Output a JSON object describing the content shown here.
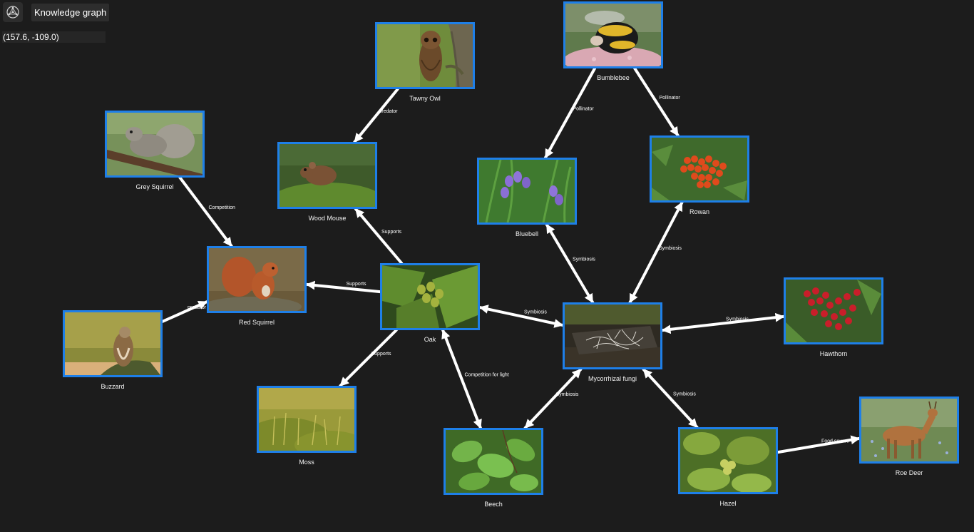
{
  "header": {
    "title": "Knowledge graph",
    "app_icon": "network-icon",
    "coordinates": "(157.6, -109.0)"
  },
  "colors": {
    "background": "#1c1c1c",
    "node_border": "#1e7fe8",
    "edge": "#ffffff"
  },
  "nodes": [
    {
      "id": "tawny-owl",
      "label": "Tawny Owl",
      "image": "owl-photo"
    },
    {
      "id": "bumblebee",
      "label": "Bumblebee",
      "image": "bee-photo"
    },
    {
      "id": "grey-squirrel",
      "label": "Grey Squirrel",
      "image": "grey-squirrel-photo"
    },
    {
      "id": "wood-mouse",
      "label": "Wood Mouse",
      "image": "mouse-photo"
    },
    {
      "id": "bluebell",
      "label": "Bluebell",
      "image": "bluebell-photo"
    },
    {
      "id": "rowan",
      "label": "Rowan",
      "image": "rowan-photo"
    },
    {
      "id": "red-squirrel",
      "label": "Red Squirrel",
      "image": "red-squirrel-photo"
    },
    {
      "id": "oak",
      "label": "Oak",
      "image": "oak-photo"
    },
    {
      "id": "mycorrhizal-fungi",
      "label": "Mycorrhizal fungi",
      "image": "fungi-photo"
    },
    {
      "id": "hawthorn",
      "label": "Hawthorn",
      "image": "hawthorn-photo"
    },
    {
      "id": "buzzard",
      "label": "Buzzard",
      "image": "buzzard-photo"
    },
    {
      "id": "moss",
      "label": "Moss",
      "image": "moss-photo"
    },
    {
      "id": "beech",
      "label": "Beech",
      "image": "beech-photo"
    },
    {
      "id": "hazel",
      "label": "Hazel",
      "image": "hazel-photo"
    },
    {
      "id": "roe-deer",
      "label": "Roe Deer",
      "image": "deer-photo"
    }
  ],
  "edges": [
    {
      "from": "tawny-owl",
      "to": "wood-mouse",
      "label": "predator",
      "direction": "to"
    },
    {
      "from": "bumblebee",
      "to": "bluebell",
      "label": "Pollinator",
      "direction": "to"
    },
    {
      "from": "bumblebee",
      "to": "rowan",
      "label": "Pollinator",
      "direction": "to"
    },
    {
      "from": "grey-squirrel",
      "to": "red-squirrel",
      "label": "Competition",
      "direction": "to"
    },
    {
      "from": "buzzard",
      "to": "red-squirrel",
      "label": "predator",
      "direction": "to"
    },
    {
      "from": "oak",
      "to": "red-squirrel",
      "label": "Supports",
      "direction": "to"
    },
    {
      "from": "oak",
      "to": "wood-mouse",
      "label": "Supports",
      "direction": "to"
    },
    {
      "from": "oak",
      "to": "moss",
      "label": "Supports",
      "direction": "to"
    },
    {
      "from": "oak",
      "to": "mycorrhizal-fungi",
      "label": "Symbiosis",
      "direction": "both"
    },
    {
      "from": "oak",
      "to": "beech",
      "label": "Competition for light",
      "direction": "both"
    },
    {
      "from": "bluebell",
      "to": "mycorrhizal-fungi",
      "label": "Symbiosis",
      "direction": "both"
    },
    {
      "from": "rowan",
      "to": "mycorrhizal-fungi",
      "label": "Symbiosis",
      "direction": "both"
    },
    {
      "from": "hawthorn",
      "to": "mycorrhizal-fungi",
      "label": "Symbiosis",
      "direction": "both"
    },
    {
      "from": "beech",
      "to": "mycorrhizal-fungi",
      "label": "Symbiosis",
      "direction": "both"
    },
    {
      "from": "hazel",
      "to": "mycorrhizal-fungi",
      "label": "Symbiosis",
      "direction": "both"
    },
    {
      "from": "hazel",
      "to": "roe-deer",
      "label": "Food source",
      "direction": "to"
    }
  ]
}
